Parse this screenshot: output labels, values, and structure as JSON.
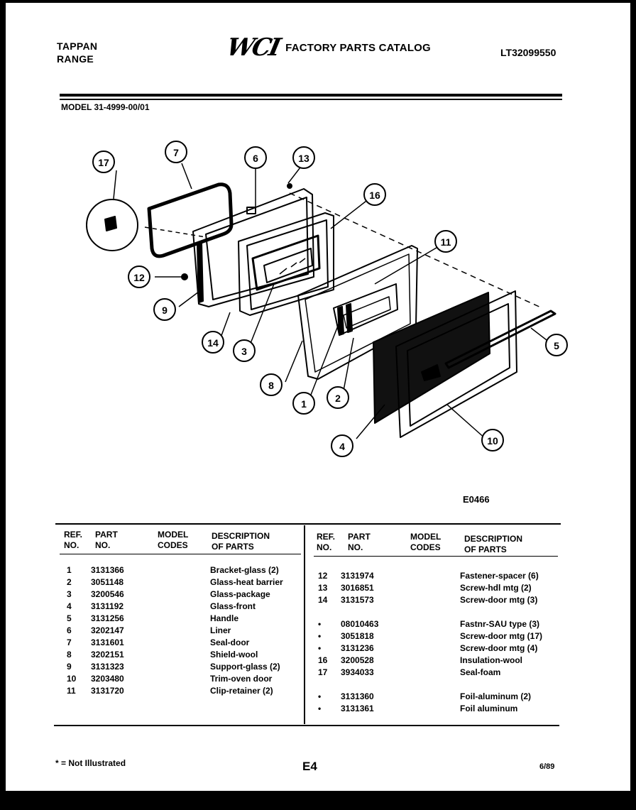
{
  "header": {
    "brand_line1": "TAPPAN",
    "brand_line2": "RANGE",
    "logo_text": "WCI",
    "catalog_title": "FACTORY PARTS CATALOG",
    "catalog_code": "LT32099550"
  },
  "model": "MODEL 31-4999-00/01",
  "figure_code": "E0466",
  "callouts": [
    "1",
    "2",
    "3",
    "4",
    "5",
    "6",
    "7",
    "8",
    "9",
    "10",
    "11",
    "12",
    "13",
    "14",
    "16",
    "17"
  ],
  "table": {
    "columns": {
      "ref_no": [
        "REF.",
        "NO."
      ],
      "part_no": [
        "PART",
        "NO."
      ],
      "model_codes": [
        "MODEL",
        "CODES"
      ],
      "description": [
        "DESCRIPTION",
        "OF PARTS"
      ]
    },
    "left_rows": [
      {
        "ref": "1",
        "part": "3131366",
        "codes": "",
        "desc": "Bracket-glass (2)"
      },
      {
        "ref": "2",
        "part": "3051148",
        "codes": "",
        "desc": "Glass-heat barrier"
      },
      {
        "ref": "3",
        "part": "3200546",
        "codes": "",
        "desc": "Glass-package"
      },
      {
        "ref": "4",
        "part": "3131192",
        "codes": "",
        "desc": "Glass-front"
      },
      {
        "ref": "5",
        "part": "3131256",
        "codes": "",
        "desc": "Handle"
      },
      {
        "ref": "6",
        "part": "3202147",
        "codes": "",
        "desc": "Liner"
      },
      {
        "ref": "7",
        "part": "3131601",
        "codes": "",
        "desc": "Seal-door"
      },
      {
        "ref": "8",
        "part": "3202151",
        "codes": "",
        "desc": "Shield-wool"
      },
      {
        "ref": "9",
        "part": "3131323",
        "codes": "",
        "desc": "Support-glass (2)"
      },
      {
        "ref": "10",
        "part": "3203480",
        "codes": "",
        "desc": "Trim-oven door"
      },
      {
        "ref": "11",
        "part": "3131720",
        "codes": "",
        "desc": "Clip-retainer (2)"
      }
    ],
    "right_rows": [
      {
        "ref": "12",
        "part": "3131974",
        "codes": "",
        "desc": "Fastener-spacer (6)"
      },
      {
        "ref": "13",
        "part": "3016851",
        "codes": "",
        "desc": "Screw-hdl mtg (2)"
      },
      {
        "ref": "14",
        "part": "3131573",
        "codes": "",
        "desc": "Screw-door mtg (3)"
      },
      {
        "ref": "",
        "part": "",
        "codes": "",
        "desc": ""
      },
      {
        "ref": "•",
        "part": "08010463",
        "codes": "",
        "desc": "Fastnr-SAU type (3)"
      },
      {
        "ref": "•",
        "part": "3051818",
        "codes": "",
        "desc": "Screw-door mtg (17)"
      },
      {
        "ref": "•",
        "part": "3131236",
        "codes": "",
        "desc": "Screw-door mtg (4)"
      },
      {
        "ref": "16",
        "part": "3200528",
        "codes": "",
        "desc": "Insulation-wool"
      },
      {
        "ref": "17",
        "part": "3934033",
        "codes": "",
        "desc": "Seal-foam"
      },
      {
        "ref": "",
        "part": "",
        "codes": "",
        "desc": ""
      },
      {
        "ref": "•",
        "part": "3131360",
        "codes": "",
        "desc": "Foil-aluminum (2)"
      },
      {
        "ref": "•",
        "part": "3131361",
        "codes": "",
        "desc": "Foil aluminum"
      }
    ]
  },
  "footer": {
    "note": "* = Not Illustrated",
    "page": "E4",
    "date": "6/89"
  }
}
